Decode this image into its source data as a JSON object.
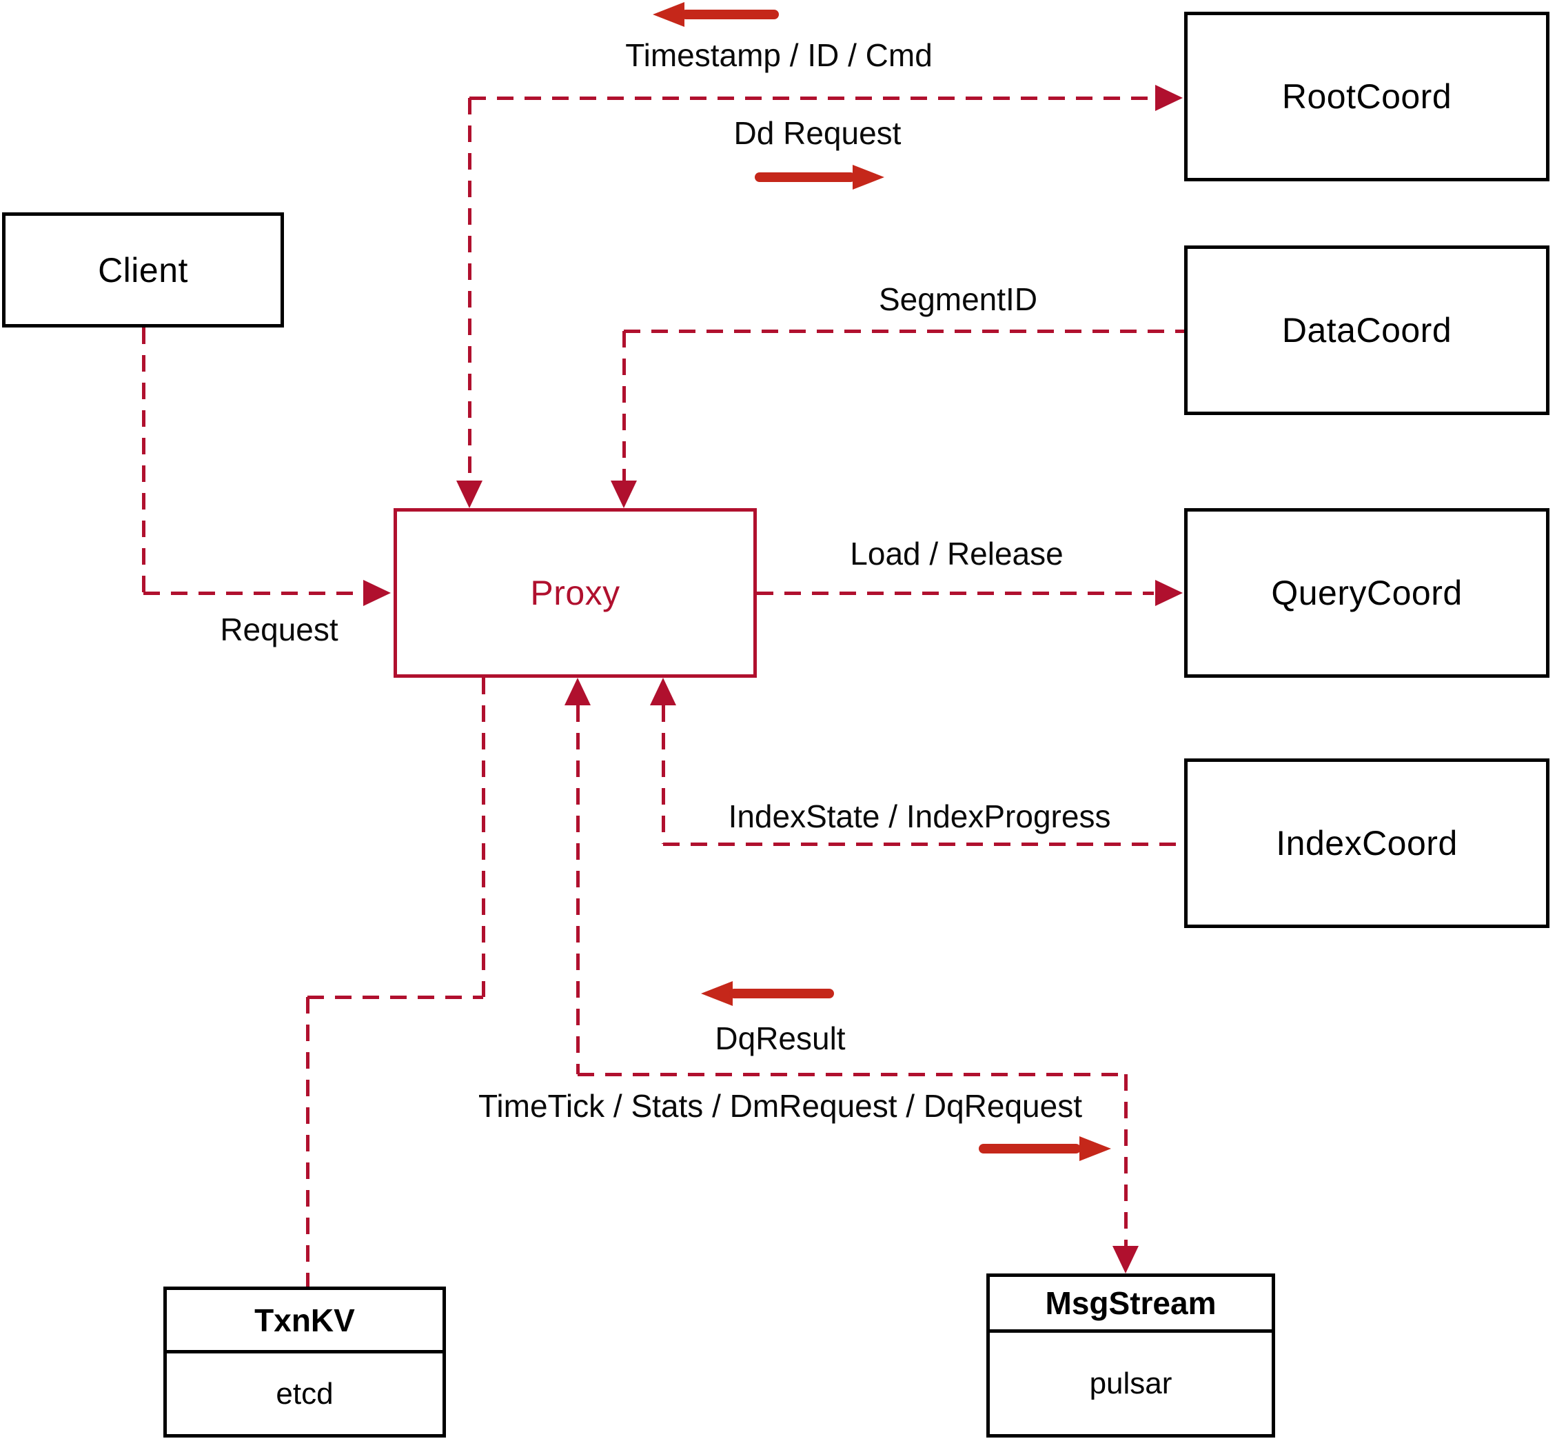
{
  "diagram": {
    "nodes": {
      "client": {
        "label": "Client"
      },
      "proxy": {
        "label": "Proxy"
      },
      "rootcoord": {
        "label": "RootCoord"
      },
      "datacoord": {
        "label": "DataCoord"
      },
      "querycoord": {
        "label": "QueryCoord"
      },
      "indexcoord": {
        "label": "IndexCoord"
      },
      "txnkv": {
        "title": "TxnKV",
        "subtitle": "etcd"
      },
      "msgstream": {
        "title": "MsgStream",
        "subtitle": "pulsar"
      }
    },
    "edge_labels": {
      "timestamp_id_cmd": "Timestamp / ID / Cmd",
      "dd_request": "Dd Request",
      "segment_id": "SegmentID",
      "load_release": "Load / Release",
      "index_state": "IndexState / IndexProgress",
      "request": "Request",
      "dq_result": "DqResult",
      "timetick": "TimeTick / Stats / DmRequest / DqRequest"
    },
    "colors": {
      "connector": "#b0102e",
      "annotation_arrow": "#c5271a",
      "node_border": "#000000"
    }
  }
}
